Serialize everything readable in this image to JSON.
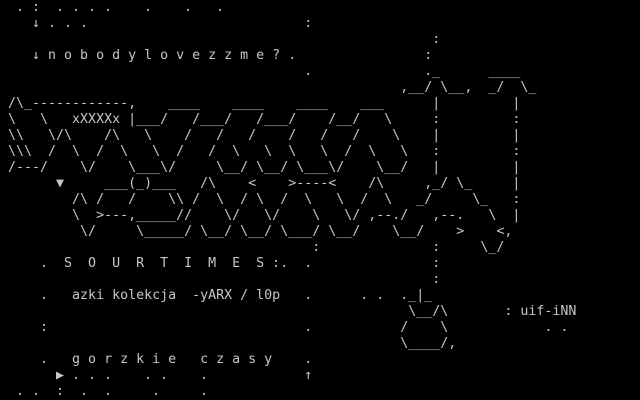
{
  "meta": {
    "background_color": "#000000",
    "foreground_color": "#c6c6c6",
    "columns": 80,
    "rows": 25
  },
  "phrases": {
    "marquee_text": "nobodylovezzme?",
    "logo_inner_tag": "xXXXXx",
    "section_title": "SOURTIMES",
    "collection_line": "azki kolekcja -yARX / l0p",
    "subtitle_polish": "gorzkie czasy",
    "group_credit": "uif-iNN"
  },
  "screen": {
    "lines": [
      "  . :  . . . .    .    .   .",
      "    ↓ . . .                           :",
      "                                                      :",
      "    ↓ n o b o d y l o v e z z m e ? .                :",
      "                                      .              ._      ____",
      "                                                  ,__/ \\__,  _/  \\_",
      " /\\_------------,    ____    ____    ____    ___      |         |",
      " \\   \\   xXXXXx |___/   /___/   /___/    /__/   \\     :         :",
      " \\\\   \\/\\    /\\   \\    /   /   /    /   /   /    \\    |         |",
      " \\\\\\  /  \\  /  \\   \\  /   /  \\   \\  \\   \\  /  \\   \\   :         :",
      " /---/    \\/    \\___\\/     \\__/ \\__/ \\___\\/    \\__/   |         |",
      "       ▼     ___(_)___   /\\    <    >----<    /\\     ,_/ \\_     |",
      "         /\\ /   /    \\\\ /  \\  / \\  /  \\   \\  /  \\   _/     \\_   :",
      "         \\  >---,_____//    \\/   \\/    \\   \\/ ,--./   ,--.   \\  |",
      "          \\/     \\_____/ \\__/ \\__/ \\___/ \\__/    \\__/    >    <,",
      "                                       :              :     \\_/",
      "     .  S  O  U  R  T  I  M  E  S :.  .               :",
      "                                                      :",
      "     .   azki kolekcja  -yARX / l0p   .      . .  ._|_",
      "                                                   \\__/\\       : uif-iNN",
      "     :                                .           /    \\            . .",
      "                                                  \\____/,",
      "     .   g o r z k i e   c z a s y    .",
      "       ▶ . . .    . .    .            ↑",
      "  . .  :  .  .     .     ."
    ]
  }
}
